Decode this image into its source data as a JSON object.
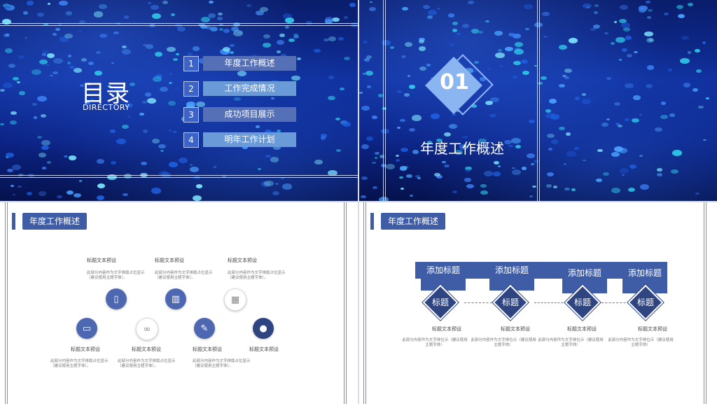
{
  "slide1": {
    "title": "目录",
    "subtitle": "DIRECTORY",
    "items": [
      {
        "num": "1",
        "label": "年度工作概述"
      },
      {
        "num": "2",
        "label": "工作完成情况"
      },
      {
        "num": "3",
        "label": "成功项目展示"
      },
      {
        "num": "4",
        "label": "明年工作计划"
      }
    ]
  },
  "slide2": {
    "number": "01",
    "title": "年度工作概述"
  },
  "slide3": {
    "heading": "年度工作概述",
    "top_items": [
      {
        "title": "标题文本预设",
        "body": "此部分内容作为文字排版占位显示（建议使用主题字体）。"
      },
      {
        "title": "标题文本预设",
        "body": "此部分内容作为文字排版占位显示（建议使用主题字体）。"
      },
      {
        "title": "标题文本预设",
        "body": "此部分内容作为文字排版占位显示（建议使用主题字体）。"
      }
    ],
    "bottom_items": [
      {
        "title": "标题文本预设",
        "body": "此部分内容作为文字排版占位显示（建议使用主题字体）。"
      },
      {
        "title": "标题文本预设",
        "body": "此部分内容作为文字排版占位显示（建议使用主题字体）。"
      },
      {
        "title": "标题文本预设",
        "body": "此部分内容作为文字排版占位显示（建议使用主题字体）。"
      },
      {
        "title": "标题文本预设"
      }
    ],
    "icons": [
      "phone-icon",
      "chart-icon",
      "film-icon",
      "monitor-icon",
      "link-icon",
      "pencil-icon",
      "chat-icon"
    ]
  },
  "slide4": {
    "heading": "年度工作概述",
    "steps": [
      {
        "flag": "添加标题",
        "diamond": "标题",
        "title": "标题文本预设",
        "body": "此部分内容作为文字排位示（建议使用主题字体）"
      },
      {
        "flag": "添加标题",
        "diamond": "标题",
        "title": "标题文本预设",
        "body": "此部分内容作为文字排位示（建议使用主题字体）"
      },
      {
        "flag": "添加标题",
        "diamond": "标题",
        "title": "标题文本预设",
        "body": "此部分内容作为文字排位示（建议使用主题字体）"
      },
      {
        "flag": "添加标题",
        "diamond": "标题",
        "title": "标题文本预设",
        "body": "此部分内容作为文字排位示（建议使用主题字体）"
      }
    ]
  },
  "colors": {
    "accent": "#3f5da6",
    "toc_bar": "#6a9ad8",
    "toc_bar_dark": "#5670b8",
    "diamond": "#8ab5f0"
  }
}
